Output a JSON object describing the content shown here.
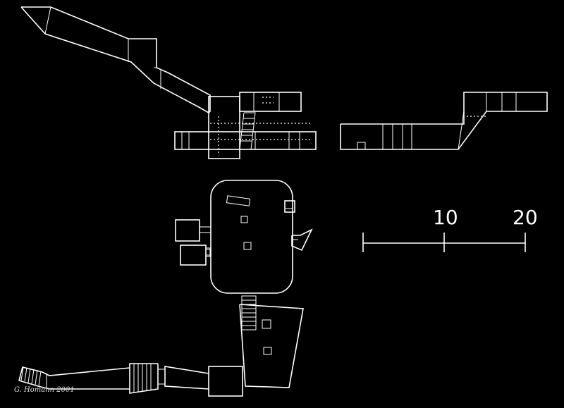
{
  "scale_bar": {
    "labels": [
      "10",
      "20"
    ]
  },
  "credit": "G. Homann 2001"
}
